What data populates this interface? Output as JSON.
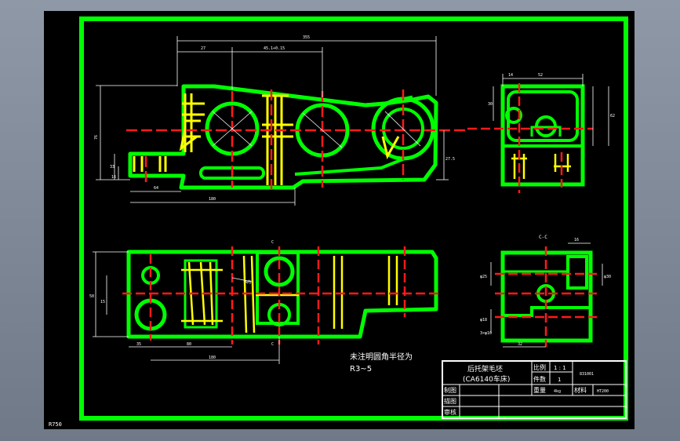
{
  "drawing": {
    "title_block": {
      "part_name_line1": "后托架毛坯",
      "part_name_line2": "(CA6140车床)",
      "scale_label": "比例",
      "scale_value": "1 : 1",
      "qty_label": "件数",
      "qty_value": "1",
      "drawing_no": "831001",
      "weight_label": "重量",
      "weight_value": "4kg",
      "material_label": "材料",
      "material_value": "HT200",
      "draw_label": "制图",
      "check_label": "描图",
      "review_label": "审核"
    },
    "note_line1": "未注明圆角半径为",
    "note_line2": "R3~5",
    "section_label": "C-C",
    "section_mark_top": "C",
    "section_mark_bottom": "C",
    "corner_label": "R750",
    "dimensions": {
      "top_overall": "355",
      "top_left": "27",
      "top_mid": "45.1+0.15",
      "left_height": "76",
      "left_small_1": "33",
      "left_small_2": "16",
      "bottom_1": "64",
      "bottom_2": "180",
      "right_height": "27.5",
      "side_w1": "14",
      "side_w2": "52",
      "side_h1": "30",
      "side_h2": "62",
      "plan_h1": "50",
      "plan_h2": "15",
      "plan_b1": "35",
      "plan_b2": "80",
      "plan_b3": "180",
      "plan_section": "A向",
      "sec_w": "16",
      "sec_h1": "φ25",
      "sec_h2": "φ30",
      "sec_h3": "φ18",
      "sec_h4": "3×φ10",
      "sec_b": "32"
    },
    "colors": {
      "outline": "#00ff00",
      "hidden": "#ffff00",
      "center": "#ff1a1a",
      "dims": "#ffffff",
      "background": "#000000"
    }
  }
}
